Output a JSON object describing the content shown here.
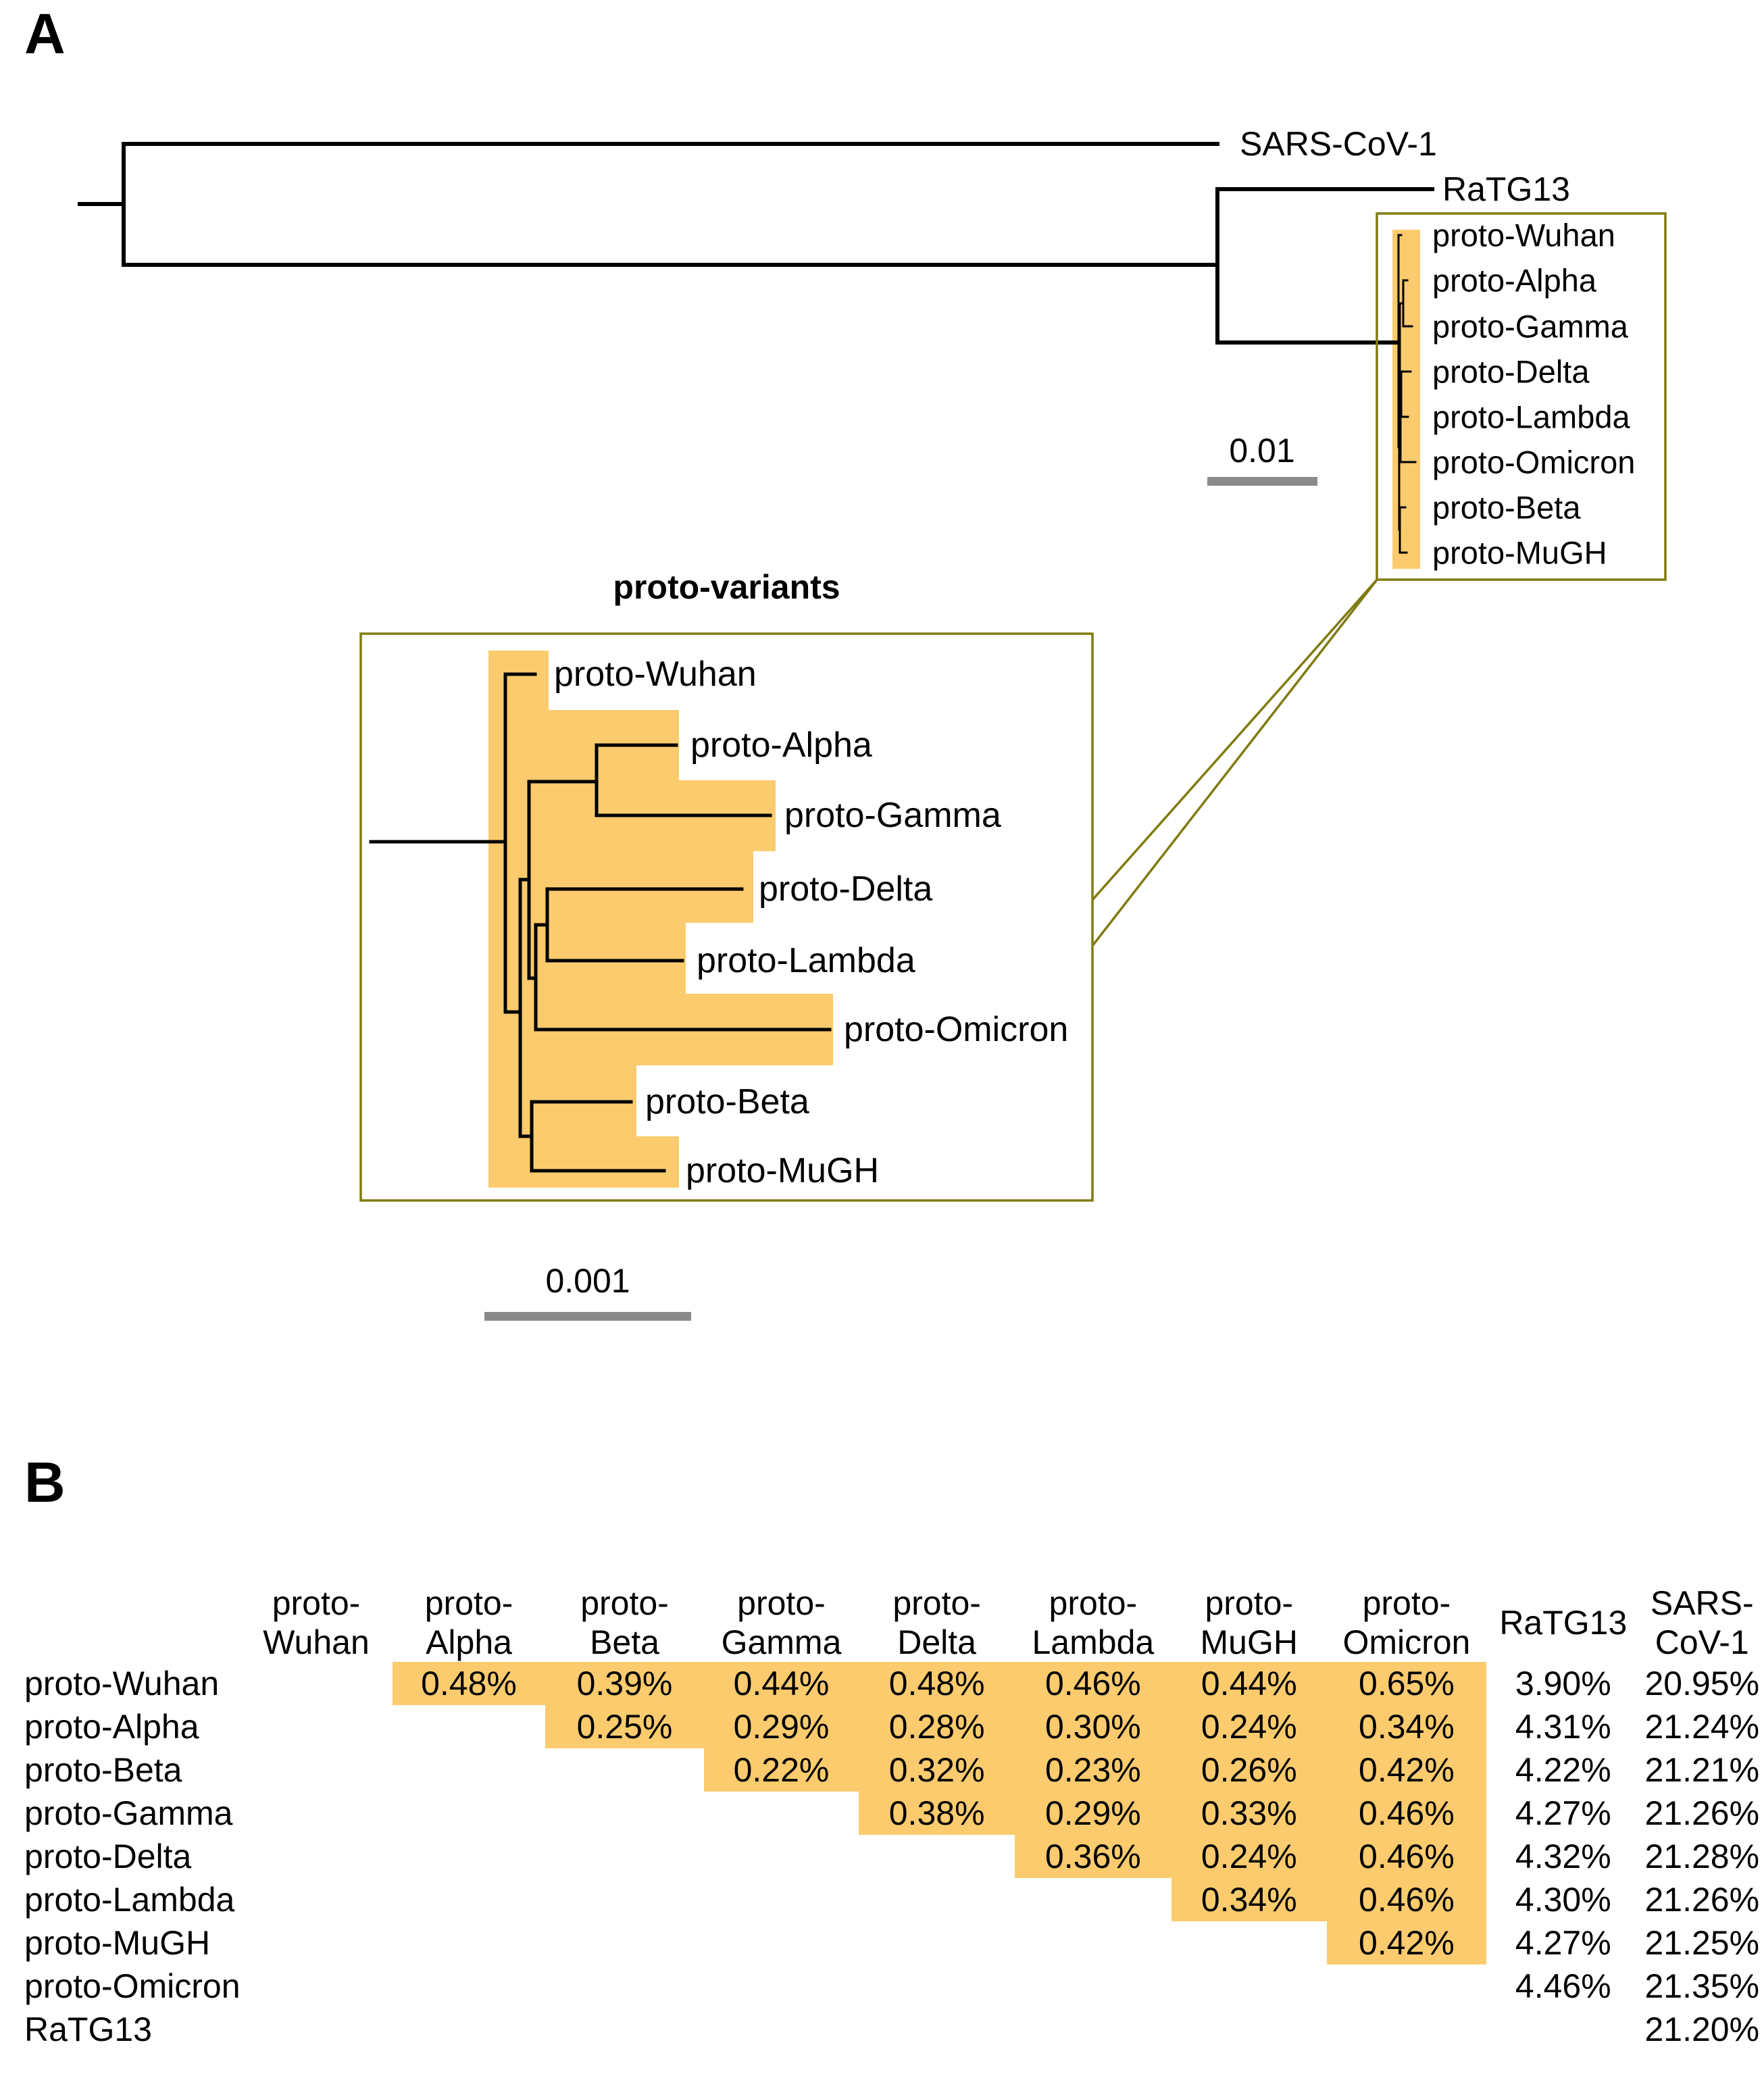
{
  "panels": {
    "a_label": "A",
    "b_label": "B"
  },
  "panel_a": {
    "top_tree_tips": [
      "SARS-CoV-1",
      "RaTG13"
    ],
    "inset_title": "proto-variants",
    "variant_tips": [
      "proto-Wuhan",
      "proto-Alpha",
      "proto-Gamma",
      "proto-Delta",
      "proto-Lambda",
      "proto-Omicron",
      "proto-Beta",
      "proto-MuGH"
    ],
    "scale_bars": {
      "top": "0.01",
      "bottom": "0.001"
    }
  },
  "panel_b": {
    "columns": [
      {
        "line1": "proto-",
        "line2": "Wuhan"
      },
      {
        "line1": "proto-",
        "line2": "Alpha"
      },
      {
        "line1": "proto-",
        "line2": "Beta"
      },
      {
        "line1": "proto-",
        "line2": "Gamma"
      },
      {
        "line1": "proto-",
        "line2": "Delta"
      },
      {
        "line1": "proto-",
        "line2": "Lambda"
      },
      {
        "line1": "proto-",
        "line2": "MuGH"
      },
      {
        "line1": "proto-",
        "line2": "Omicron"
      },
      {
        "line1": "RaTG13",
        "line2": ""
      },
      {
        "line1": "SARS-",
        "line2": "CoV-1"
      }
    ],
    "rows": [
      {
        "label": "proto-Wuhan",
        "cells": [
          "",
          "0.48%",
          "0.39%",
          "0.44%",
          "0.48%",
          "0.46%",
          "0.44%",
          "0.65%",
          "3.90%",
          "20.95%"
        ]
      },
      {
        "label": "proto-Alpha",
        "cells": [
          "",
          "",
          "0.25%",
          "0.29%",
          "0.28%",
          "0.30%",
          "0.24%",
          "0.34%",
          "4.31%",
          "21.24%"
        ]
      },
      {
        "label": "proto-Beta",
        "cells": [
          "",
          "",
          "",
          "0.22%",
          "0.32%",
          "0.23%",
          "0.26%",
          "0.42%",
          "4.22%",
          "21.21%"
        ]
      },
      {
        "label": "proto-Gamma",
        "cells": [
          "",
          "",
          "",
          "",
          "0.38%",
          "0.29%",
          "0.33%",
          "0.46%",
          "4.27%",
          "21.26%"
        ]
      },
      {
        "label": "proto-Delta",
        "cells": [
          "",
          "",
          "",
          "",
          "",
          "0.36%",
          "0.24%",
          "0.46%",
          "4.32%",
          "21.28%"
        ]
      },
      {
        "label": "proto-Lambda",
        "cells": [
          "",
          "",
          "",
          "",
          "",
          "",
          "0.34%",
          "0.46%",
          "4.30%",
          "21.26%"
        ]
      },
      {
        "label": "proto-MuGH",
        "cells": [
          "",
          "",
          "",
          "",
          "",
          "",
          "",
          "0.42%",
          "4.27%",
          "21.25%"
        ]
      },
      {
        "label": "proto-Omicron",
        "cells": [
          "",
          "",
          "",
          "",
          "",
          "",
          "",
          "",
          "4.46%",
          "21.35%"
        ]
      },
      {
        "label": "RaTG13",
        "cells": [
          "",
          "",
          "",
          "",
          "",
          "",
          "",
          "",
          "",
          "21.20%"
        ]
      }
    ]
  },
  "colors": {
    "highlight": "#FBCB6E",
    "box-border": "#7F7B10",
    "scale-bar": "#8A8A8A"
  }
}
